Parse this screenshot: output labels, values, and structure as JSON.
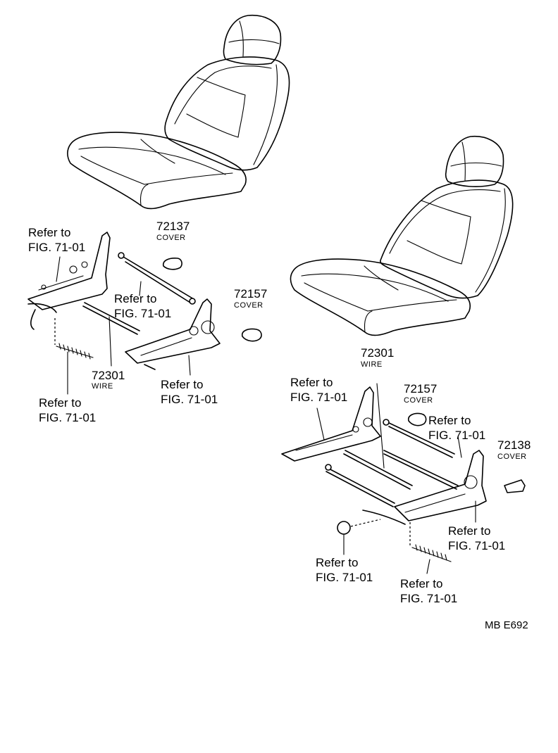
{
  "footer_code": "MB  E692",
  "callouts": {
    "left_bracket_top": [
      "Refer to",
      "FIG. 71-01"
    ],
    "left_rod_mid": [
      "Refer to",
      "FIG. 71-01"
    ],
    "left_spring": [
      "Refer to",
      "FIG. 71-01"
    ],
    "left_rail": [
      "Refer to",
      "FIG. 71-01"
    ],
    "right_rail_left": [
      "Refer to",
      "FIG. 71-01"
    ],
    "right_rod": [
      "Refer to",
      "FIG. 71-01"
    ],
    "right_rail_end": [
      "Refer to",
      "FIG. 71-01"
    ],
    "right_knob": [
      "Refer to",
      "FIG. 71-01"
    ],
    "right_spring": [
      "Refer to",
      "FIG. 71-01"
    ]
  },
  "parts": {
    "cover_72137": {
      "number": "72137",
      "name": "COVER"
    },
    "cover_72157_left": {
      "number": "72157",
      "name": "COVER"
    },
    "wire_72301_left": {
      "number": "72301",
      "name": "WIRE"
    },
    "wire_72301_right": {
      "number": "72301",
      "name": "WIRE"
    },
    "cover_72157_right": {
      "number": "72157",
      "name": "COVER"
    },
    "cover_72138": {
      "number": "72138",
      "name": "COVER"
    }
  }
}
